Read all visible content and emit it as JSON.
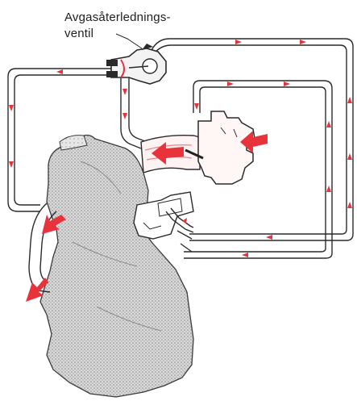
{
  "callout": {
    "line1": "Avgasåterlednings-",
    "line2": "ventil"
  },
  "colors": {
    "flow_arrow": "#e8323c",
    "pipe_stroke": "#2a2a2a",
    "pipe_tint": "#fff2f2",
    "engine_fill": "#c9c9c9"
  },
  "icons": {
    "flow_marker": "red-arrow",
    "callout_pointer": "leader-line"
  }
}
